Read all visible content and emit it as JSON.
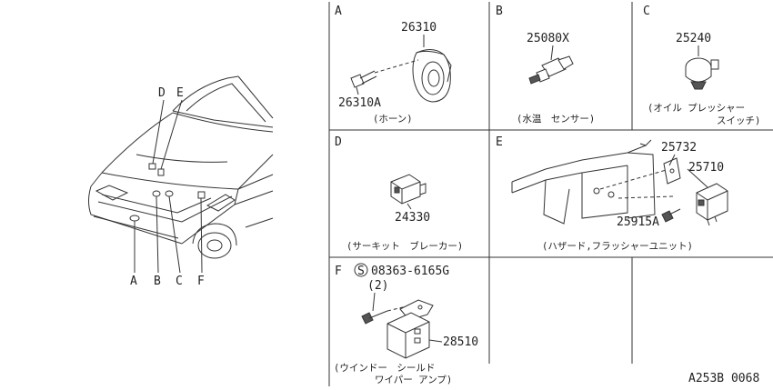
{
  "panels": {
    "A": {
      "letter": "A",
      "parts": [
        "26310",
        "26310A"
      ],
      "caption": "(ホーン)"
    },
    "B": {
      "letter": "B",
      "parts": [
        "25080X"
      ],
      "caption": "(水温　センサー)"
    },
    "C": {
      "letter": "C",
      "parts": [
        "25240"
      ],
      "caption_line1": "(オイル プレッシャー",
      "caption_line2": "スイッチ)"
    },
    "D": {
      "letter": "D",
      "parts": [
        "24330"
      ],
      "caption": "(サーキット　ブレーカー)"
    },
    "E": {
      "letter": "E",
      "parts": [
        "25732",
        "25710",
        "25915A"
      ],
      "caption": "(ハザード,フラッシャーユニット)"
    },
    "F": {
      "letter": "F",
      "screw_symbol": "S",
      "screw": "08363-6165G",
      "quantity": "(2)",
      "parts": [
        "28510"
      ],
      "caption_line1": "(ウインドー　シールド",
      "caption_line2": "ワイパー アンプ)"
    }
  },
  "car_labels": {
    "top": [
      "D",
      "E"
    ],
    "bottom": [
      "A",
      "B",
      "C",
      "F"
    ]
  },
  "diagram_code": "A253B 0068"
}
